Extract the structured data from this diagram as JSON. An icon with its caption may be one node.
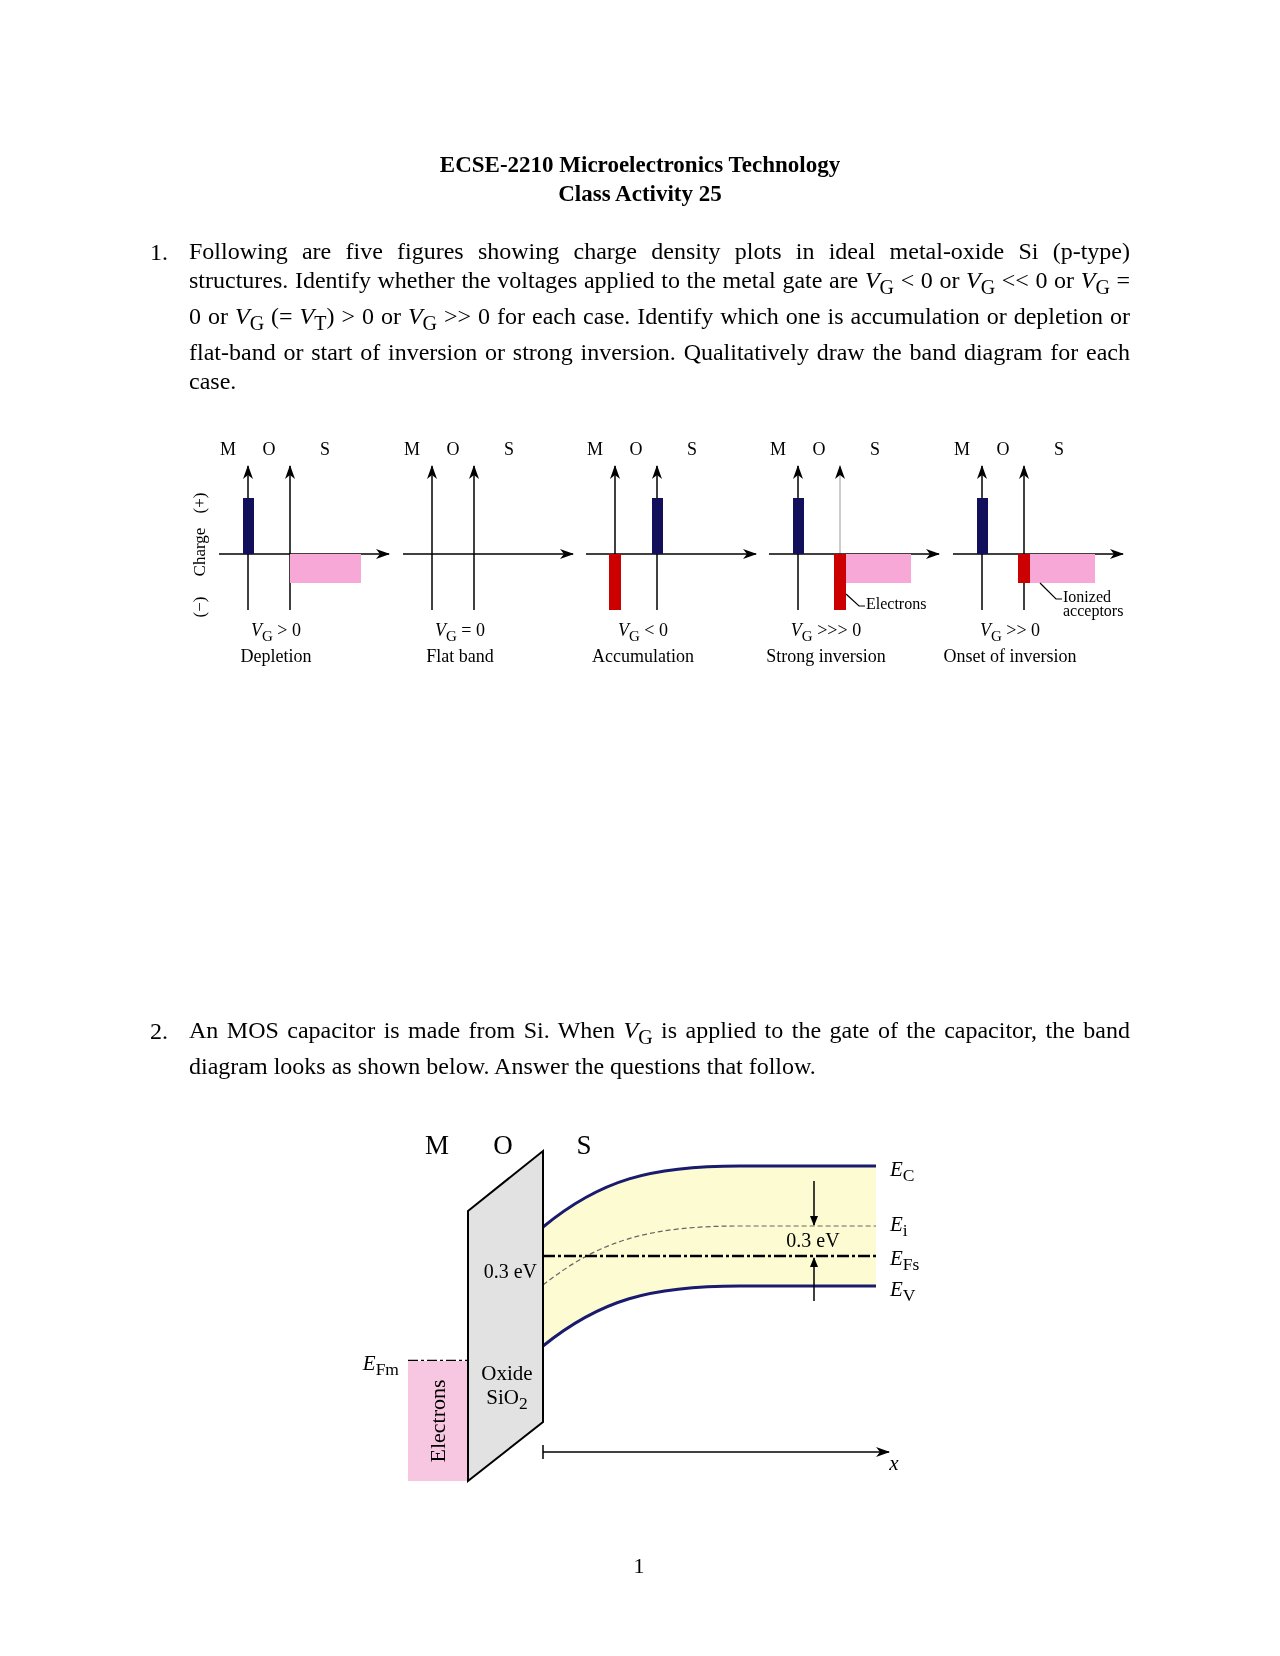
{
  "diagram": {
    "title": "ECSE-2210 Microelectronics Technology Class Activity 25",
    "nodes": [
      {
        "text": [],
        "shape": "bar"
      },
      {
        "text": [],
        "shape": "bar"
      },
      {
        "text": [],
        "shape": "bar"
      },
      {
        "text": [],
        "shape": "bar"
      },
      {
        "text": [],
        "shape": "bar"
      },
      {
        "text": [],
        "shape": "bar"
      },
      {
        "text": [],
        "shape": "bar"
      },
      {
        "text": [
          "Electrons"
        ]
      },
      {
        "text": [],
        "shape": "bar"
      },
      {
        "text": [],
        "shape": "bar"
      },
      {
        "text": [],
        "shape": "bar"
      },
      {
        "text": [
          "Ionized acceptors"
        ]
      },
      {
        "text": [
          "Electrons"
        ]
      },
      {
        "text": [
          "Oxide SiO$_{2}$"
        ]
      }
    ],
    "edges": [
      {
        "from": 7,
        "to": 5,
        "arrow": "none"
      },
      {
        "from": 11,
        "to": 10,
        "arrow": "none"
      }
    ],
    "labels": [
      "1.",
      "Following are five figures showing charge density plots in ideal metal-oxide Si (p-type) structures. Identify whether the voltages applied to the metal gate are *V*$_{G}$ < 0 or *V*$_{G}$ << 0 or *V*$_{G}$ = 0 or *V*$_{G}$ (= *V*$_{T}$) > 0 or *V*$_{G}$ >> 0 for each case. Identify which one is accumulation or depletion or flat-band or start of inversion or strong inversion. Qualitatively draw the band diagram for each case.",
      "(−)",
      "Charge",
      "(+)",
      "M",
      "O",
      "S",
      "*V*$_{G}$ > 0",
      "Depletion",
      "M",
      "O",
      "S",
      "*V*$_{G}$ = 0",
      "Flat band",
      "M",
      "O",
      "S",
      "*V*$_{G}$ < 0",
      "Accumulation",
      "M",
      "O",
      "S",
      "*V*$_{G}$ >>> 0",
      "Strong inversion",
      "M",
      "O",
      "S",
      "*V*$_{G}$ >> 0",
      "Onset of inversion",
      "2.",
      "An MOS capacitor is made from Si. When *V*$_{G}$ is applied to the gate of the capacitor, the band diagram looks as shown below. Answer the questions that follow.",
      "M",
      "O",
      "S",
      "*E*$_{C}$",
      "*E*$_{i}$",
      "*E*$_{Fs}$",
      "*E*$_{V}$",
      "0.3 eV",
      "0.3 eV",
      "*E*$_{Fm}$",
      "*x*",
      "1"
    ]
  }
}
